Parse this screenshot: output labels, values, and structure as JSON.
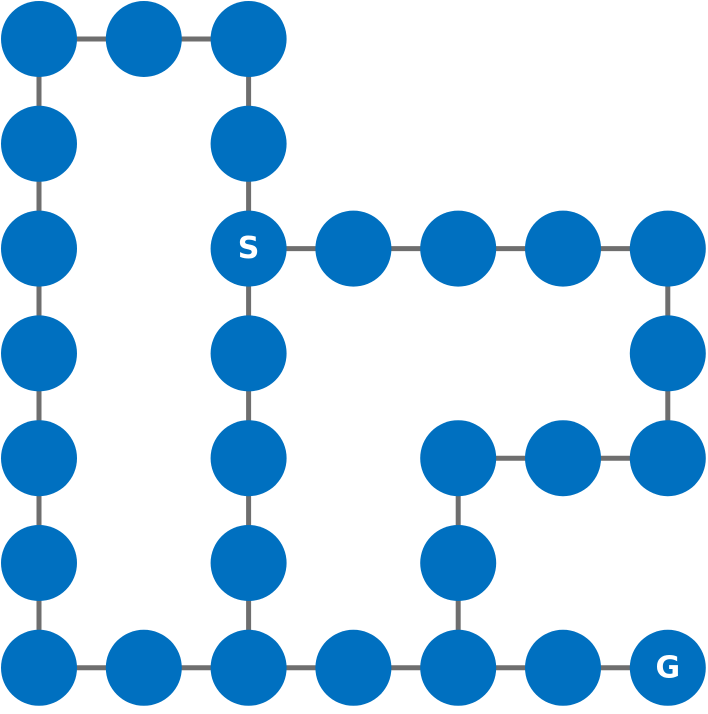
{
  "colors": {
    "node": "#0070C0",
    "edge": "#6E6E6E",
    "label": "#FFFFFF"
  },
  "graph": {
    "nodes": [
      {
        "id": "n00",
        "row": 0,
        "col": 0,
        "label": ""
      },
      {
        "id": "n01",
        "row": 0,
        "col": 1,
        "label": ""
      },
      {
        "id": "n02",
        "row": 0,
        "col": 2,
        "label": ""
      },
      {
        "id": "n10",
        "row": 1,
        "col": 0,
        "label": ""
      },
      {
        "id": "n12",
        "row": 1,
        "col": 2,
        "label": ""
      },
      {
        "id": "n20",
        "row": 2,
        "col": 0,
        "label": ""
      },
      {
        "id": "n22",
        "row": 2,
        "col": 2,
        "label": "S"
      },
      {
        "id": "n23",
        "row": 2,
        "col": 3,
        "label": ""
      },
      {
        "id": "n24",
        "row": 2,
        "col": 4,
        "label": ""
      },
      {
        "id": "n25",
        "row": 2,
        "col": 5,
        "label": ""
      },
      {
        "id": "n26",
        "row": 2,
        "col": 6,
        "label": ""
      },
      {
        "id": "n30",
        "row": 3,
        "col": 0,
        "label": ""
      },
      {
        "id": "n32",
        "row": 3,
        "col": 2,
        "label": ""
      },
      {
        "id": "n36",
        "row": 3,
        "col": 6,
        "label": ""
      },
      {
        "id": "n40",
        "row": 4,
        "col": 0,
        "label": ""
      },
      {
        "id": "n42",
        "row": 4,
        "col": 2,
        "label": ""
      },
      {
        "id": "n44",
        "row": 4,
        "col": 4,
        "label": ""
      },
      {
        "id": "n45",
        "row": 4,
        "col": 5,
        "label": ""
      },
      {
        "id": "n46",
        "row": 4,
        "col": 6,
        "label": ""
      },
      {
        "id": "n50",
        "row": 5,
        "col": 0,
        "label": ""
      },
      {
        "id": "n52",
        "row": 5,
        "col": 2,
        "label": ""
      },
      {
        "id": "n54",
        "row": 5,
        "col": 4,
        "label": ""
      },
      {
        "id": "n60",
        "row": 6,
        "col": 0,
        "label": ""
      },
      {
        "id": "n61",
        "row": 6,
        "col": 1,
        "label": ""
      },
      {
        "id": "n62",
        "row": 6,
        "col": 2,
        "label": ""
      },
      {
        "id": "n63",
        "row": 6,
        "col": 3,
        "label": ""
      },
      {
        "id": "n64",
        "row": 6,
        "col": 4,
        "label": ""
      },
      {
        "id": "n65",
        "row": 6,
        "col": 5,
        "label": ""
      },
      {
        "id": "n66",
        "row": 6,
        "col": 6,
        "label": "G"
      }
    ],
    "edges": [
      [
        "n00",
        "n01"
      ],
      [
        "n01",
        "n02"
      ],
      [
        "n00",
        "n10"
      ],
      [
        "n10",
        "n20"
      ],
      [
        "n20",
        "n30"
      ],
      [
        "n30",
        "n40"
      ],
      [
        "n40",
        "n50"
      ],
      [
        "n50",
        "n60"
      ],
      [
        "n02",
        "n12"
      ],
      [
        "n12",
        "n22"
      ],
      [
        "n22",
        "n32"
      ],
      [
        "n32",
        "n42"
      ],
      [
        "n42",
        "n52"
      ],
      [
        "n52",
        "n62"
      ],
      [
        "n22",
        "n23"
      ],
      [
        "n23",
        "n24"
      ],
      [
        "n24",
        "n25"
      ],
      [
        "n25",
        "n26"
      ],
      [
        "n26",
        "n36"
      ],
      [
        "n36",
        "n46"
      ],
      [
        "n46",
        "n45"
      ],
      [
        "n45",
        "n44"
      ],
      [
        "n44",
        "n54"
      ],
      [
        "n54",
        "n64"
      ],
      [
        "n60",
        "n61"
      ],
      [
        "n61",
        "n62"
      ],
      [
        "n62",
        "n63"
      ],
      [
        "n63",
        "n64"
      ],
      [
        "n64",
        "n65"
      ],
      [
        "n65",
        "n66"
      ]
    ]
  }
}
